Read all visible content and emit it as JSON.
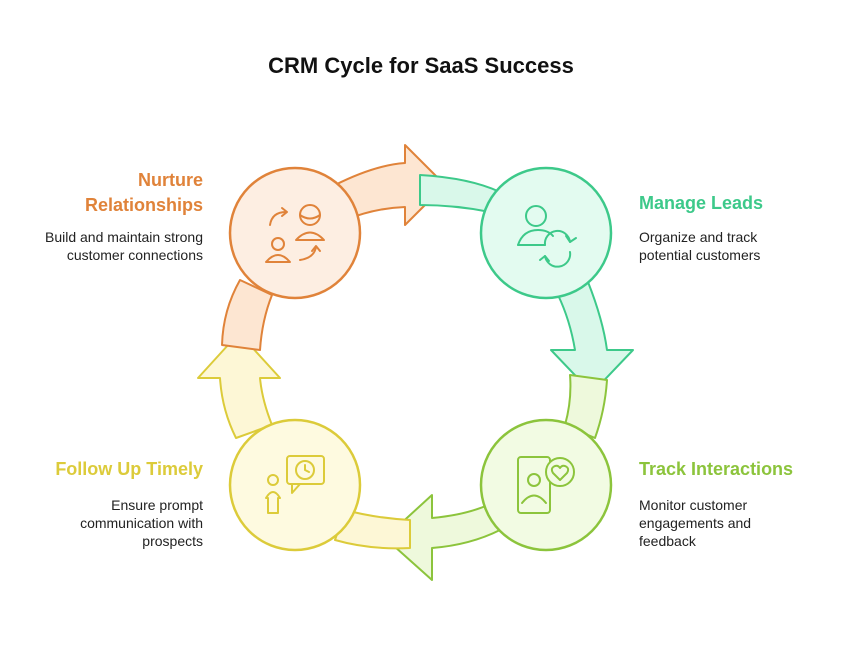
{
  "title": "CRM Cycle for SaaS Success",
  "stages": [
    {
      "title": "Nurture\nRelationships",
      "description": "Build and maintain strong\ncustomer connections",
      "color": "#E0833A",
      "fill": "#FDEEE2",
      "icon": "relationship-cycle-icon"
    },
    {
      "title": "Manage Leads",
      "description": "Organize and track\npotential customers",
      "color": "#3DC98A",
      "fill": "#E3FBF0",
      "icon": "user-refresh-icon"
    },
    {
      "title": "Track Interactions",
      "description": "Monitor customer\nengagements and\nfeedback",
      "color": "#8CC43C",
      "fill": "#F2FBE3",
      "icon": "phone-heart-icon"
    },
    {
      "title": "Follow Up Timely",
      "description": "Ensure prompt\ncommunication with\nprospects",
      "color": "#DCCB3A",
      "fill": "#FEFAE0",
      "icon": "person-clock-message-icon"
    }
  ]
}
